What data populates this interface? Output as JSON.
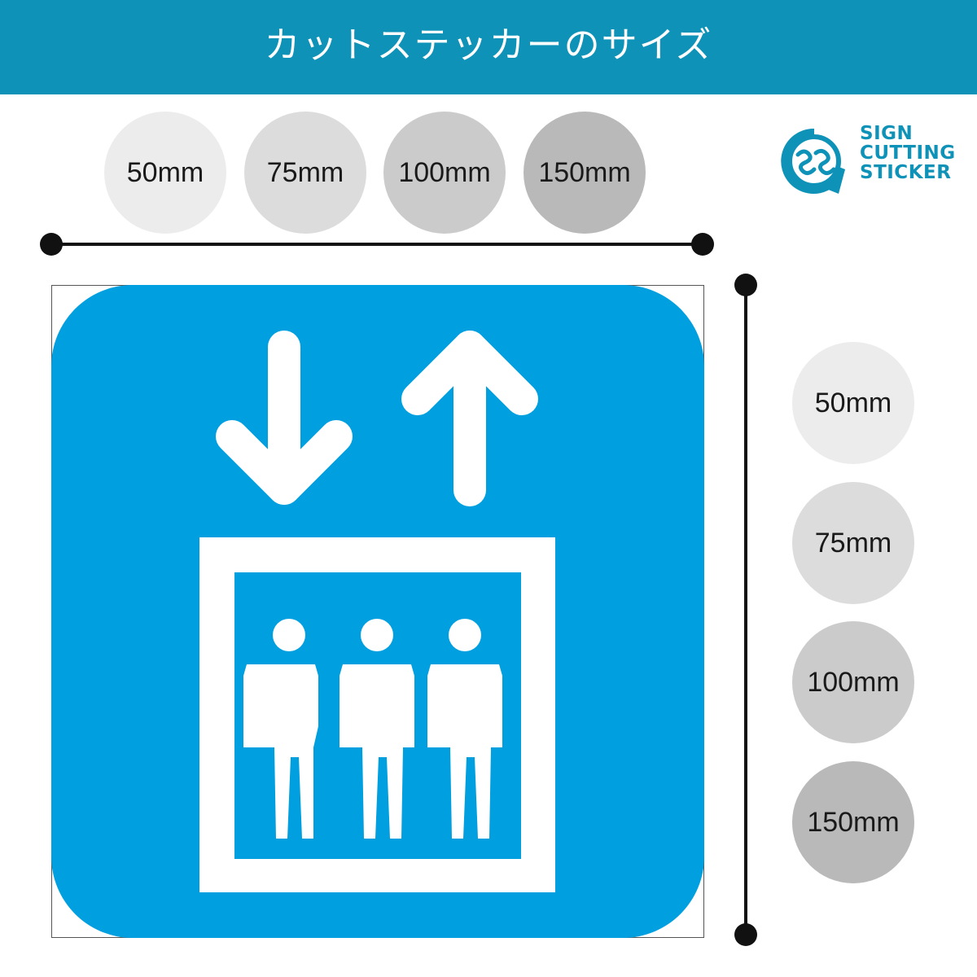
{
  "header": {
    "title": "カットステッカーのサイズ"
  },
  "sizes": [
    "50mm",
    "75mm",
    "100mm",
    "150mm"
  ],
  "logo": {
    "lines": [
      "SIGN",
      "CUTTING",
      "STICKER"
    ],
    "color": "#0e92b7"
  },
  "colors": {
    "header_bg": "#0e92b7",
    "sign_blue": "#009fe0",
    "sign_fg": "#ffffff"
  },
  "sign": {
    "icons": [
      "down-arrow",
      "up-arrow",
      "elevator-car",
      "person",
      "person",
      "person"
    ]
  }
}
